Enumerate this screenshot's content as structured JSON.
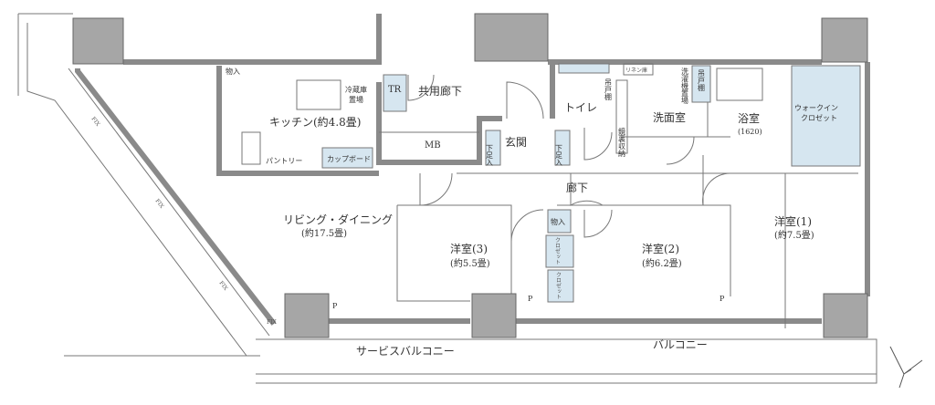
{
  "rooms": {
    "living": {
      "name": "リビング・ダイニング",
      "area": "(約17.5畳)"
    },
    "kitchen": "キッチン(約4.8畳)",
    "western1": {
      "name": "洋室(1)",
      "area": "(約7.5畳)"
    },
    "western2": {
      "name": "洋室(2)",
      "area": "(約6.2畳)"
    },
    "western3": {
      "name": "洋室(3)",
      "area": "(約5.5畳)"
    },
    "entrance": "玄関",
    "hallway": "廊下",
    "common_corridor": "共用廊下",
    "toilet": "トイレ",
    "washroom": "洗面室",
    "bathroom": {
      "name": "浴室",
      "size": "(1620)"
    },
    "walkin": [
      "ウォークイン",
      "クロゼット"
    ],
    "service_balcony": "サービスバルコニー",
    "balcony": "バルコニー"
  },
  "storage": {
    "closet_kitchen": "物入",
    "fridge": [
      "冷蔵庫",
      "置場"
    ],
    "tr": "TR",
    "mb": "MB",
    "pantry": "パントリー",
    "cupboard": "カップボード",
    "shoe1": "下足入",
    "shoe2": "下足入",
    "hanging1": "吊戸棚",
    "hanging2": "吊戸棚",
    "linen": "リネン庫",
    "washer": "洗濯機置場",
    "mirror": "鏡裏収納",
    "closet_hall": "物入",
    "closet3": "クロゼット",
    "closet2": "クロゼット"
  },
  "markers": {
    "p": "P",
    "fix": "FIX"
  }
}
